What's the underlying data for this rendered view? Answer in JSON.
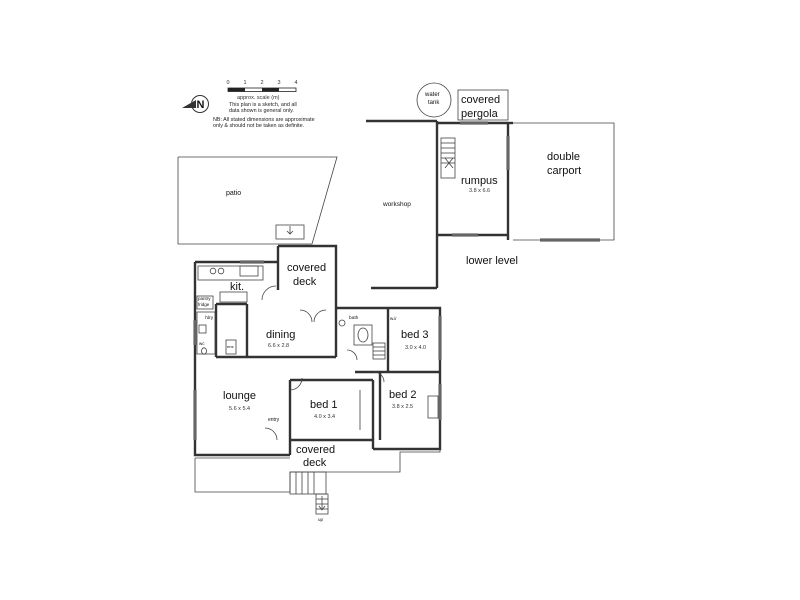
{
  "scale": {
    "ticks": [
      "0",
      "1",
      "2",
      "3",
      "4"
    ],
    "caption": "approx. scale (m)",
    "notes": [
      "This plan is a sketch, and all",
      "data shown is general only.",
      "NB: All stated dimensions are approximate",
      "only & should not be taken as definite."
    ]
  },
  "rooms": {
    "water_tank": {
      "l1": "water",
      "l2": "tank"
    },
    "covered_pergola": {
      "l1": "covered",
      "l2": "pergola"
    },
    "double_carport": {
      "l1": "double",
      "l2": "carport"
    },
    "rumpus": {
      "name": "rumpus",
      "dims": "3.8 x 6.6"
    },
    "workshop": {
      "name": "workshop"
    },
    "patio": {
      "name": "patio"
    },
    "lower_level": {
      "name": "lower level"
    },
    "covered_deck_top": {
      "l1": "covered",
      "l2": "deck"
    },
    "kitchen": {
      "name": "kit."
    },
    "pantry": {
      "name": "pantry"
    },
    "fridge": {
      "name": "fridge"
    },
    "dining": {
      "name": "dining",
      "dims": "6.6 x 2.8"
    },
    "bath": {
      "name": "bath"
    },
    "wir": {
      "name": "w.ir"
    },
    "bed3": {
      "name": "bed 3",
      "dims": "3.0 x 4.0"
    },
    "lounge": {
      "name": "lounge",
      "dims": "5.6 x 5.4"
    },
    "entry": {
      "name": "entry"
    },
    "bed1": {
      "name": "bed 1",
      "dims": "4.0 x 3.4"
    },
    "bed2": {
      "name": "bed 2",
      "dims": "3.8 x 2.5"
    },
    "covered_deck_bottom": {
      "l1": "covered",
      "l2": "deck"
    },
    "ldry": {
      "name": "l'dry"
    },
    "wc": {
      "name": "wc"
    },
    "ens": {
      "name": "ens"
    }
  },
  "misc": {
    "compass": "N",
    "up_marker": "up"
  }
}
